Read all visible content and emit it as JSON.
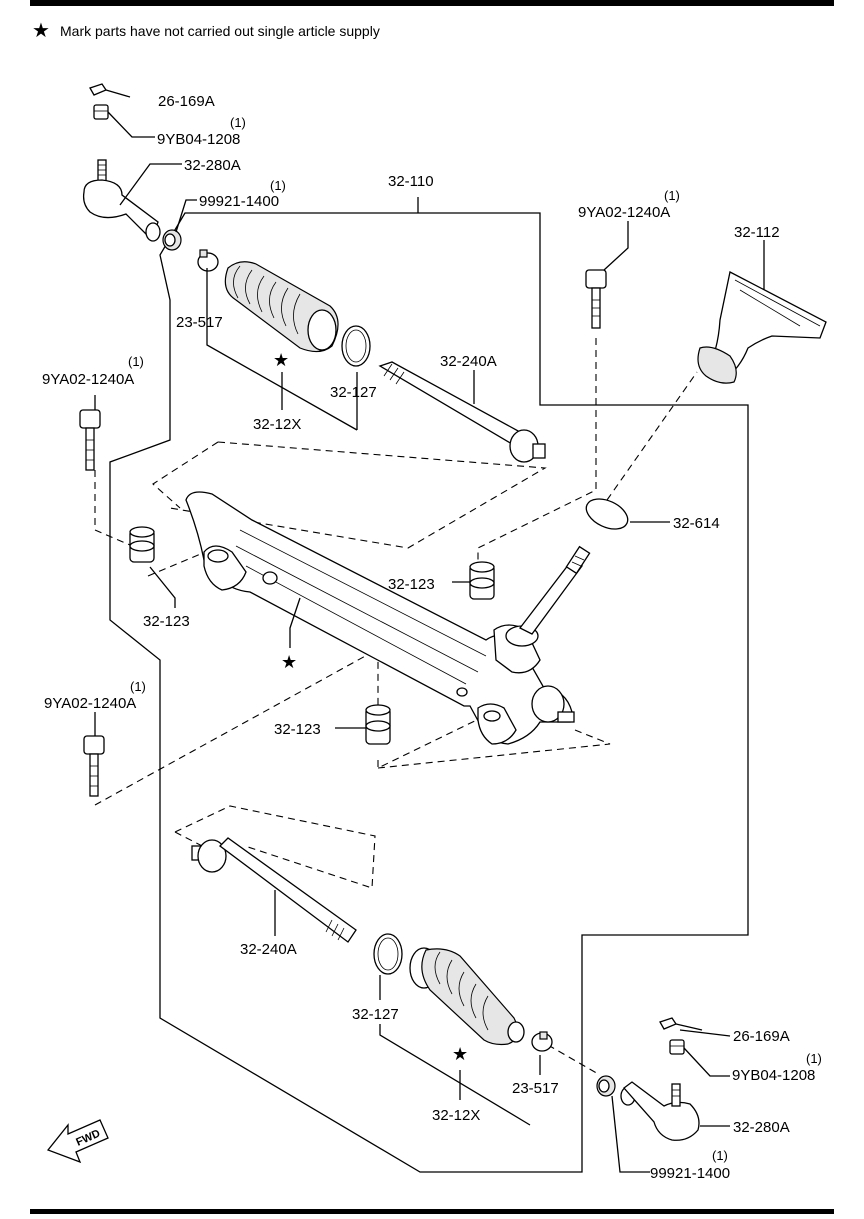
{
  "note": {
    "star": "★",
    "text": "Mark parts have not carried out single article supply"
  },
  "fwd_label": "FWD",
  "labels": {
    "l_26169a_top": "26-169A",
    "l_9yb04_top": "9YB04-1208",
    "l_9yb04_top_qty": "(1)",
    "l_32280a_top": "32-280A",
    "l_32110": "32-110",
    "l_99921_top": "99921-1400",
    "l_99921_top_qty": "(1)",
    "l_9ya02_r": "9YA02-1240A",
    "l_9ya02_r_qty": "(1)",
    "l_32112": "32-112",
    "l_23517_top": "23-517",
    "l_32127_top": "32-127",
    "l_32240a_top": "32-240A",
    "l_3212x_top": "32-12X",
    "l_9ya02_l": "9YA02-1240A",
    "l_9ya02_l_qty": "(1)",
    "l_32614": "32-614",
    "l_32123_r": "32-123",
    "l_32123_l": "32-123",
    "l_9ya02_b": "9YA02-1240A",
    "l_9ya02_b_qty": "(1)",
    "l_32123_b": "32-123",
    "l_32240a_bot": "32-240A",
    "l_32127_bot": "32-127",
    "l_26169a_bot": "26-169A",
    "l_9yb04_bot": "9YB04-1208",
    "l_9yb04_bot_qty": "(1)",
    "l_23517_bot": "23-517",
    "l_3212x_bot": "32-12X",
    "l_32280a_bot": "32-280A",
    "l_99921_bot": "99921-1400",
    "l_99921_bot_qty": "(1)"
  },
  "stars": {
    "star_boot_top": "★",
    "star_rack": "★",
    "star_boot_bot": "★"
  }
}
